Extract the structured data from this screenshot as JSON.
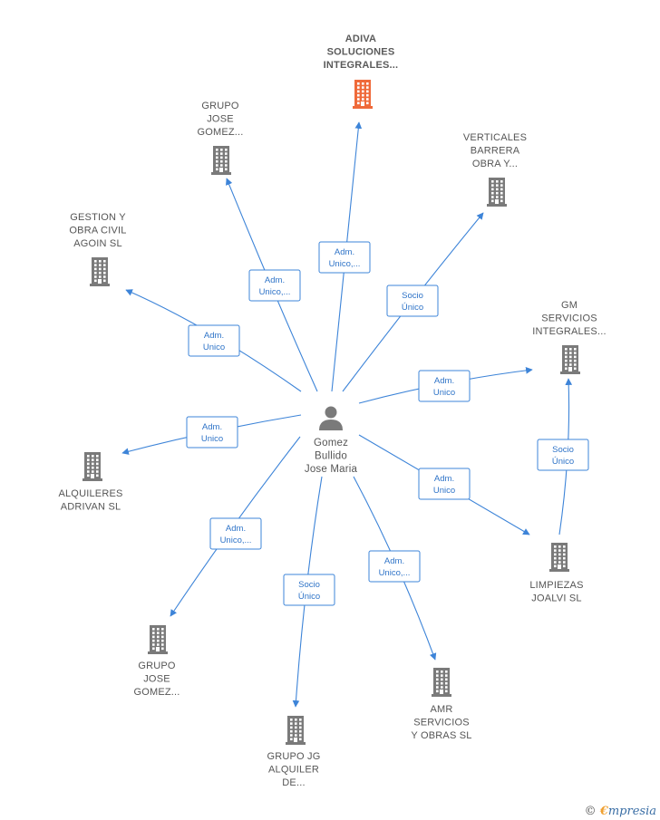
{
  "colors": {
    "edge": "#3d84d8",
    "building": "#7a7a7a",
    "highlight": "#ef6a3a",
    "person": "#7a7a7a"
  },
  "person": {
    "lines": [
      "Gomez",
      "Bullido",
      "Jose Maria"
    ]
  },
  "companies": [
    {
      "id": "adiva",
      "lines": [
        "ADIVA",
        "SOLUCIONES",
        "INTEGRALES..."
      ],
      "highlight": true
    },
    {
      "id": "grupo-jose-gomez-top",
      "lines": [
        "GRUPO",
        "JOSE",
        "GOMEZ..."
      ]
    },
    {
      "id": "verticales",
      "lines": [
        "VERTICALES",
        "BARRERA",
        "OBRA Y..."
      ]
    },
    {
      "id": "gestion-obra",
      "lines": [
        "GESTION Y",
        "OBRA CIVIL",
        "AGOIN  SL"
      ]
    },
    {
      "id": "gm-servicios",
      "lines": [
        "GM",
        "SERVICIOS",
        "INTEGRALES..."
      ]
    },
    {
      "id": "alquileres",
      "lines": [
        "ALQUILERES",
        "ADRIVAN SL"
      ]
    },
    {
      "id": "limpiezas",
      "lines": [
        "LIMPIEZAS",
        "JOALVI  SL"
      ]
    },
    {
      "id": "grupo-jose-gomez-bottom",
      "lines": [
        "GRUPO",
        "JOSE",
        "GOMEZ..."
      ]
    },
    {
      "id": "amr",
      "lines": [
        "AMR",
        "SERVICIOS",
        "Y OBRAS SL"
      ]
    },
    {
      "id": "grupo-jg",
      "lines": [
        "GRUPO JG",
        "ALQUILER",
        "DE..."
      ]
    }
  ],
  "edges": [
    {
      "to": "adiva",
      "label": [
        "Adm.",
        "Unico,..."
      ]
    },
    {
      "to": "grupo-jose-gomez-top",
      "label": [
        "Adm.",
        "Unico,..."
      ]
    },
    {
      "to": "verticales",
      "label": [
        "Socio",
        "Único"
      ]
    },
    {
      "to": "gestion-obra",
      "label": [
        "Adm.",
        "Unico"
      ]
    },
    {
      "to": "gm-servicios",
      "label": [
        "Adm.",
        "Unico"
      ]
    },
    {
      "to": "alquileres",
      "label": [
        "Adm.",
        "Unico"
      ]
    },
    {
      "to": "limpiezas",
      "label": [
        "Adm.",
        "Unico"
      ]
    },
    {
      "to": "grupo-jose-gomez-bottom",
      "label": [
        "Adm.",
        "Unico,..."
      ]
    },
    {
      "to": "amr",
      "label": [
        "Adm.",
        "Unico,..."
      ]
    },
    {
      "to": "grupo-jg",
      "label": [
        "Socio",
        "Único"
      ]
    },
    {
      "from": "limpiezas",
      "to": "gm-servicios",
      "label": [
        "Socio",
        "Único"
      ]
    }
  ],
  "brand": {
    "copyright": "©",
    "initial": "€",
    "rest": "mpresia"
  }
}
